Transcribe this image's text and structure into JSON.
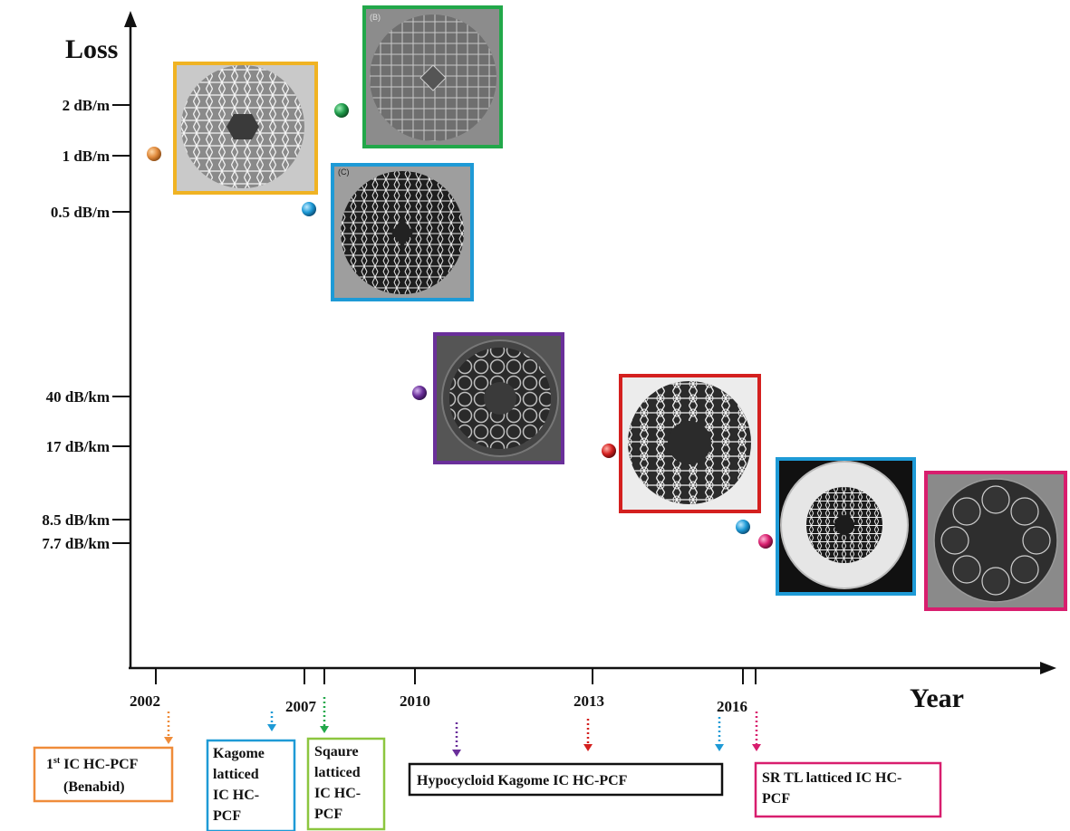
{
  "chart_data": {
    "type": "scatter",
    "ylabel": "Loss",
    "xlabel": "Year",
    "y_tick_labels": [
      "2 dB/m",
      "1 dB/m",
      "0.5 dB/m",
      "40 dB/km",
      "17 dB/km",
      "8.5 dB/km",
      "7.7 dB/km"
    ],
    "x_tick_labels": [
      "2002",
      "2007",
      "2010",
      "2013",
      "2016"
    ],
    "points": [
      {
        "year": 2002,
        "loss": "1 dB/m",
        "color": "#e08a3c"
      },
      {
        "year": 2007,
        "loss": "2 dB/m",
        "color": "#1f9a4a"
      },
      {
        "year": 2006.5,
        "loss": "0.5 dB/m",
        "color": "#1e9ad6"
      },
      {
        "year": 2010,
        "loss": "40 dB/km",
        "color": "#6a2f9a"
      },
      {
        "year": 2013,
        "loss": "17 dB/km",
        "color": "#d4201f"
      },
      {
        "year": 2016,
        "loss": "8.5 dB/km",
        "color": "#1e9ad6"
      },
      {
        "year": 2016.5,
        "loss": "7.7 dB/km",
        "color": "#d81e6e"
      }
    ]
  },
  "annotations": [
    {
      "superscript": "st",
      "lines": [
        "1",
        "IC HC-PCF",
        "(Benabid)"
      ],
      "color": "#ef8c3a"
    },
    {
      "lines": [
        "Kagome",
        "latticed",
        "IC HC-",
        "PCF"
      ],
      "color": "#1e9ad6"
    },
    {
      "lines": [
        "Sqaure",
        "latticed",
        "IC HC-",
        "PCF"
      ],
      "color": "#8cc63f"
    },
    {
      "lines": [
        "Hypocycloid Kagome IC HC-PCF"
      ],
      "color": "#111111"
    },
    {
      "lines": [
        "SR TL latticed IC HC-",
        "PCF"
      ],
      "color": "#d81e6e"
    }
  ],
  "image_panels": [
    {
      "name": "kagome-2002",
      "border": "#f0b323",
      "tag": "",
      "style": "kagome-hex"
    },
    {
      "name": "square-lattice",
      "border": "#22a84a",
      "tag": "(B)",
      "style": "square"
    },
    {
      "name": "kagome-latticed",
      "border": "#1e9ad6",
      "tag": "(C)",
      "style": "kagome-dark"
    },
    {
      "name": "hypocycloid-tubes",
      "border": "#6a2f9a",
      "tag": "",
      "style": "tubes"
    },
    {
      "name": "hypocycloid-kagome",
      "border": "#d4201f",
      "tag": "",
      "style": "hypo"
    },
    {
      "name": "kagome-2016",
      "border": "#1e9ad6",
      "tag": "",
      "style": "kagome-ring"
    },
    {
      "name": "single-ring",
      "border": "#d81e6e",
      "tag": "",
      "style": "ring"
    }
  ]
}
